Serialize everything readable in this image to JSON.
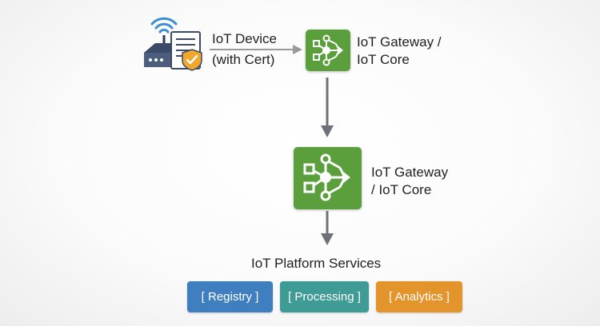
{
  "diagram": {
    "device": {
      "icon": "router-with-certificate-icon",
      "label_line1": "IoT Device",
      "label_line2": "(with Cert)"
    },
    "gateway_top": {
      "icon": "network-hub-icon",
      "label_line1": "IoT Gateway /",
      "label_line2": "IoT Core"
    },
    "gateway_mid": {
      "icon": "network-hub-icon",
      "label_line1": "IoT Gateway",
      "label_line2": "/ IoT Core"
    },
    "platform": {
      "title": "IoT Platform Services",
      "services": [
        {
          "label": "[ Registry ]",
          "color": "#3f7fbf"
        },
        {
          "label": "[ Processing ]",
          "color": "#3f9b95"
        },
        {
          "label": "[ Analytics ]",
          "color": "#e3952c"
        }
      ]
    },
    "colors": {
      "node_green": "#5b9e3c",
      "arrow_gray": "#6e7278",
      "arrow_light_gray": "#9a9a9a"
    }
  }
}
